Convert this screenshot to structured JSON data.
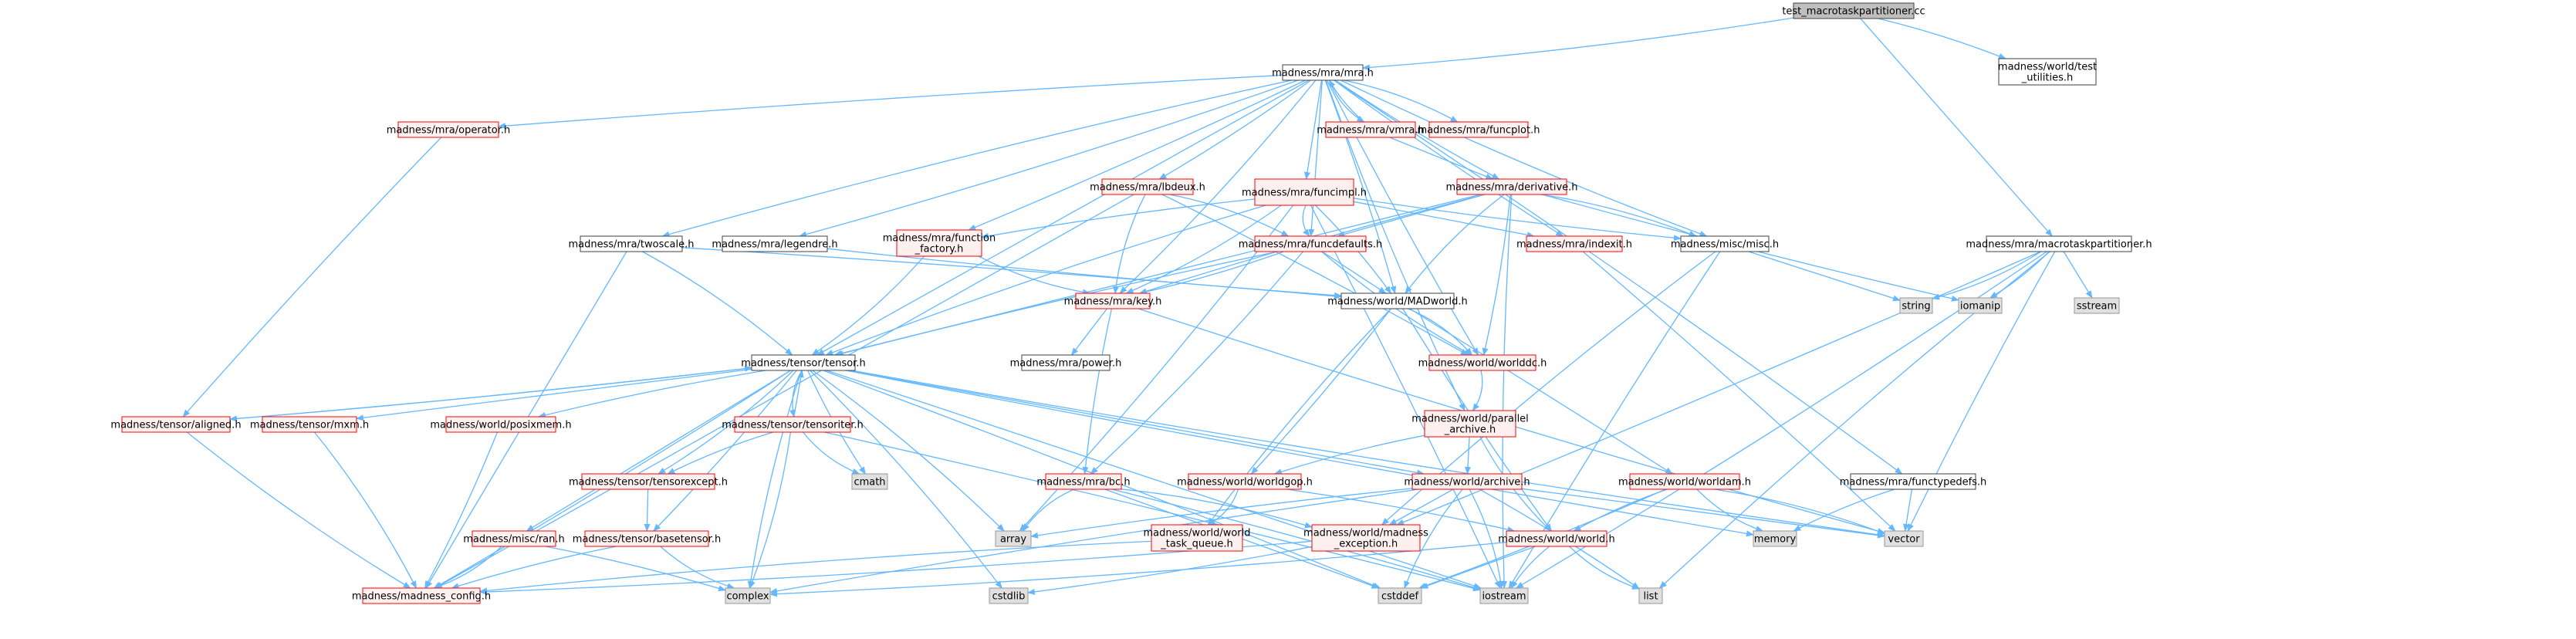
{
  "diagram": {
    "title": "test_macrotaskpartitioner.cc",
    "colors": {
      "root_fill": "#bfbfbf",
      "root_stroke": "#404040",
      "normal_fill": "#ffffff",
      "normal_stroke": "#404040",
      "red_fill": "#fff0f0",
      "red_stroke": "#ff0000",
      "system_fill": "#e0e0e0",
      "system_stroke": "#999999",
      "edge": "#63b8ff"
    },
    "nodes": [
      {
        "id": "root",
        "lines": [
          "test_macrotaskpartitioner.cc"
        ],
        "kind": "root"
      },
      {
        "id": "mra_h",
        "lines": [
          "madness/mra/mra.h"
        ],
        "kind": "normal"
      },
      {
        "id": "world_test_utilities",
        "lines": [
          "madness/world/test",
          "_utilities.h"
        ],
        "kind": "normal"
      },
      {
        "id": "operator_h",
        "lines": [
          "madness/mra/operator.h"
        ],
        "kind": "red"
      },
      {
        "id": "vmra_h",
        "lines": [
          "madness/mra/vmra.h"
        ],
        "kind": "red"
      },
      {
        "id": "funcplot_h",
        "lines": [
          "madness/mra/funcplot.h"
        ],
        "kind": "red"
      },
      {
        "id": "lbdeux_h",
        "lines": [
          "madness/mra/lbdeux.h"
        ],
        "kind": "red"
      },
      {
        "id": "funcimpl_h",
        "lines": [
          "madness/mra/funcimpl.h"
        ],
        "kind": "red"
      },
      {
        "id": "derivative_h",
        "lines": [
          "madness/mra/derivative.h"
        ],
        "kind": "red"
      },
      {
        "id": "twoscale_h",
        "lines": [
          "madness/mra/twoscale.h"
        ],
        "kind": "normal"
      },
      {
        "id": "legendre_h",
        "lines": [
          "madness/mra/legendre.h"
        ],
        "kind": "normal"
      },
      {
        "id": "function_factory_h",
        "lines": [
          "madness/mra/function",
          "_factory.h"
        ],
        "kind": "red"
      },
      {
        "id": "funcdefaults_h",
        "lines": [
          "madness/mra/funcdefaults.h"
        ],
        "kind": "red"
      },
      {
        "id": "indexit_h",
        "lines": [
          "madness/mra/indexit.h"
        ],
        "kind": "red"
      },
      {
        "id": "misc_h",
        "lines": [
          "madness/misc/misc.h"
        ],
        "kind": "normal"
      },
      {
        "id": "macrotaskpartitioner_h",
        "lines": [
          "madness/mra/macrotaskpartitioner.h"
        ],
        "kind": "normal"
      },
      {
        "id": "key_h",
        "lines": [
          "madness/mra/key.h"
        ],
        "kind": "red"
      },
      {
        "id": "madworld_h",
        "lines": [
          "madness/world/MADworld.h"
        ],
        "kind": "normal"
      },
      {
        "id": "string",
        "lines": [
          "string"
        ],
        "kind": "system"
      },
      {
        "id": "iomanip",
        "lines": [
          "iomanip"
        ],
        "kind": "system"
      },
      {
        "id": "sstream",
        "lines": [
          "sstream"
        ],
        "kind": "system"
      },
      {
        "id": "power_h",
        "lines": [
          "madness/mra/power.h"
        ],
        "kind": "normal"
      },
      {
        "id": "tensor_h",
        "lines": [
          "madness/tensor/tensor.h"
        ],
        "kind": "normal"
      },
      {
        "id": "worlddc_h",
        "lines": [
          "madness/world/worlddc.h"
        ],
        "kind": "red"
      },
      {
        "id": "aligned_h",
        "lines": [
          "madness/tensor/aligned.h"
        ],
        "kind": "red"
      },
      {
        "id": "mxm_h",
        "lines": [
          "madness/tensor/mxm.h"
        ],
        "kind": "red"
      },
      {
        "id": "posixmem_h",
        "lines": [
          "madness/world/posixmem.h"
        ],
        "kind": "red"
      },
      {
        "id": "tensoriter_h",
        "lines": [
          "madness/tensor/tensoriter.h"
        ],
        "kind": "red"
      },
      {
        "id": "parallel_archive_h",
        "lines": [
          "madness/world/parallel",
          "_archive.h"
        ],
        "kind": "red"
      },
      {
        "id": "tensorexcept_h",
        "lines": [
          "madness/tensor/tensorexcept.h"
        ],
        "kind": "red"
      },
      {
        "id": "cmath",
        "lines": [
          "cmath"
        ],
        "kind": "system"
      },
      {
        "id": "worldgop_h",
        "lines": [
          "madness/world/worldgop.h"
        ],
        "kind": "red"
      },
      {
        "id": "archive_h",
        "lines": [
          "madness/world/archive.h"
        ],
        "kind": "red"
      },
      {
        "id": "bc_h",
        "lines": [
          "madness/mra/bc.h"
        ],
        "kind": "red"
      },
      {
        "id": "worldam_h",
        "lines": [
          "madness/world/worldam.h"
        ],
        "kind": "red"
      },
      {
        "id": "functypedefs_h",
        "lines": [
          "madness/mra/functypedefs.h"
        ],
        "kind": "normal"
      },
      {
        "id": "memory",
        "lines": [
          "memory"
        ],
        "kind": "system"
      },
      {
        "id": "ran_h",
        "lines": [
          "madness/misc/ran.h"
        ],
        "kind": "red"
      },
      {
        "id": "basetensor_h",
        "lines": [
          "madness/tensor/basetensor.h"
        ],
        "kind": "red"
      },
      {
        "id": "array",
        "lines": [
          "array"
        ],
        "kind": "system"
      },
      {
        "id": "world_task_queue_h",
        "lines": [
          "madness/world/world",
          "_task_queue.h"
        ],
        "kind": "red"
      },
      {
        "id": "madness_exception_h",
        "lines": [
          "madness/world/madness",
          "_exception.h"
        ],
        "kind": "red"
      },
      {
        "id": "world_h",
        "lines": [
          "madness/world/world.h"
        ],
        "kind": "red"
      },
      {
        "id": "vector",
        "lines": [
          "vector"
        ],
        "kind": "system"
      },
      {
        "id": "madness_config_h",
        "lines": [
          "madness/madness_config.h"
        ],
        "kind": "red"
      },
      {
        "id": "complex",
        "lines": [
          "complex"
        ],
        "kind": "system"
      },
      {
        "id": "cstdlib",
        "lines": [
          "cstdlib"
        ],
        "kind": "system"
      },
      {
        "id": "cstddef",
        "lines": [
          "cstddef"
        ],
        "kind": "system"
      },
      {
        "id": "iostream",
        "lines": [
          "iostream"
        ],
        "kind": "system"
      },
      {
        "id": "list",
        "lines": [
          "list"
        ],
        "kind": "system"
      }
    ],
    "edges": [
      [
        "root",
        "mra_h"
      ],
      [
        "root",
        "world_test_utilities"
      ],
      [
        "root",
        "macrotaskpartitioner_h"
      ],
      [
        "mra_h",
        "operator_h"
      ],
      [
        "mra_h",
        "vmra_h"
      ],
      [
        "mra_h",
        "funcplot_h"
      ],
      [
        "mra_h",
        "lbdeux_h"
      ],
      [
        "mra_h",
        "funcimpl_h"
      ],
      [
        "mra_h",
        "derivative_h"
      ],
      [
        "mra_h",
        "twoscale_h"
      ],
      [
        "mra_h",
        "legendre_h"
      ],
      [
        "mra_h",
        "function_factory_h"
      ],
      [
        "mra_h",
        "funcdefaults_h"
      ],
      [
        "mra_h",
        "indexit_h"
      ],
      [
        "mra_h",
        "misc_h"
      ],
      [
        "mra_h",
        "key_h"
      ],
      [
        "mra_h",
        "madworld_h"
      ],
      [
        "mra_h",
        "tensor_h"
      ],
      [
        "mra_h",
        "worlddc_h"
      ],
      [
        "mra_h",
        "parallel_archive_h"
      ],
      [
        "mra_h",
        "functypedefs_h"
      ],
      [
        "vmra_h",
        "mra_h"
      ],
      [
        "vmra_h",
        "derivative_h"
      ],
      [
        "operator_h",
        "aligned_h"
      ],
      [
        "lbdeux_h",
        "key_h"
      ],
      [
        "lbdeux_h",
        "funcdefaults_h"
      ],
      [
        "lbdeux_h",
        "worlddc_h"
      ],
      [
        "lbdeux_h",
        "madness_config_h"
      ],
      [
        "funcimpl_h",
        "function_factory_h"
      ],
      [
        "funcimpl_h",
        "funcdefaults_h"
      ],
      [
        "funcimpl_h",
        "key_h"
      ],
      [
        "funcimpl_h",
        "madworld_h"
      ],
      [
        "funcimpl_h",
        "indexit_h"
      ],
      [
        "funcimpl_h",
        "misc_h"
      ],
      [
        "funcimpl_h",
        "tensor_h"
      ],
      [
        "funcimpl_h",
        "array"
      ],
      [
        "funcimpl_h",
        "iostream"
      ],
      [
        "derivative_h",
        "funcdefaults_h"
      ],
      [
        "derivative_h",
        "key_h"
      ],
      [
        "derivative_h",
        "madworld_h"
      ],
      [
        "derivative_h",
        "misc_h"
      ],
      [
        "derivative_h",
        "worlddc_h"
      ],
      [
        "derivative_h",
        "tensor_h"
      ],
      [
        "derivative_h",
        "iomanip"
      ],
      [
        "derivative_h",
        "iostream"
      ],
      [
        "twoscale_h",
        "tensor_h"
      ],
      [
        "twoscale_h",
        "madworld_h"
      ],
      [
        "twoscale_h",
        "madness_config_h"
      ],
      [
        "legendre_h",
        "madworld_h"
      ],
      [
        "function_factory_h",
        "key_h"
      ],
      [
        "function_factory_h",
        "tensor_h"
      ],
      [
        "funcdefaults_h",
        "key_h"
      ],
      [
        "funcdefaults_h",
        "madworld_h"
      ],
      [
        "funcdefaults_h",
        "tensor_h"
      ],
      [
        "funcdefaults_h",
        "worlddc_h"
      ],
      [
        "funcdefaults_h",
        "bc_h"
      ],
      [
        "indexit_h",
        "vector"
      ],
      [
        "misc_h",
        "string"
      ],
      [
        "misc_h",
        "iostream"
      ],
      [
        "misc_h",
        "madness_exception_h"
      ],
      [
        "macrotaskpartitioner_h",
        "string"
      ],
      [
        "macrotaskpartitioner_h",
        "iomanip"
      ],
      [
        "macrotaskpartitioner_h",
        "sstream"
      ],
      [
        "macrotaskpartitioner_h",
        "vector"
      ],
      [
        "macrotaskpartitioner_h",
        "list"
      ],
      [
        "macrotaskpartitioner_h",
        "iostream"
      ],
      [
        "macrotaskpartitioner_h",
        "madness_exception_h"
      ],
      [
        "key_h",
        "power_h"
      ],
      [
        "key_h",
        "bc_h"
      ],
      [
        "key_h",
        "vector"
      ],
      [
        "madworld_h",
        "worlddc_h"
      ],
      [
        "madworld_h",
        "worldgop_h"
      ],
      [
        "madworld_h",
        "worldam_h"
      ],
      [
        "madworld_h",
        "world_h"
      ],
      [
        "madworld_h",
        "world_task_queue_h"
      ],
      [
        "worlddc_h",
        "parallel_archive_h"
      ],
      [
        "tensor_h",
        "aligned_h"
      ],
      [
        "tensor_h",
        "mxm_h"
      ],
      [
        "tensor_h",
        "posixmem_h"
      ],
      [
        "tensor_h",
        "tensoriter_h"
      ],
      [
        "tensor_h",
        "tensorexcept_h"
      ],
      [
        "tensor_h",
        "basetensor_h"
      ],
      [
        "tensor_h",
        "ran_h"
      ],
      [
        "tensor_h",
        "cmath"
      ],
      [
        "tensor_h",
        "complex"
      ],
      [
        "tensor_h",
        "array"
      ],
      [
        "tensor_h",
        "madness_config_h"
      ],
      [
        "tensor_h",
        "archive_h"
      ],
      [
        "tensor_h",
        "memory"
      ],
      [
        "tensor_h",
        "vector"
      ],
      [
        "tensor_h",
        "cstdlib"
      ],
      [
        "tensor_h",
        "cstddef"
      ],
      [
        "tensor_h",
        "iostream"
      ],
      [
        "aligned_h",
        "tensor_h"
      ],
      [
        "aligned_h",
        "madness_config_h"
      ],
      [
        "mxm_h",
        "madness_config_h"
      ],
      [
        "posixmem_h",
        "madness_config_h"
      ],
      [
        "tensoriter_h",
        "tensor_h"
      ],
      [
        "tensoriter_h",
        "tensorexcept_h"
      ],
      [
        "tensoriter_h",
        "cmath"
      ],
      [
        "tensoriter_h",
        "complex"
      ],
      [
        "tensoriter_h",
        "iostream"
      ],
      [
        "tensorexcept_h",
        "basetensor_h"
      ],
      [
        "basetensor_h",
        "madness_config_h"
      ],
      [
        "basetensor_h",
        "complex"
      ],
      [
        "ran_h",
        "madness_config_h"
      ],
      [
        "ran_h",
        "complex"
      ],
      [
        "parallel_archive_h",
        "archive_h"
      ],
      [
        "parallel_archive_h",
        "worldgop_h"
      ],
      [
        "parallel_archive_h",
        "world_h"
      ],
      [
        "worldgop_h",
        "world_task_queue_h"
      ],
      [
        "worldgop_h",
        "world_h"
      ],
      [
        "archive_h",
        "madness_exception_h"
      ],
      [
        "archive_h",
        "array"
      ],
      [
        "archive_h",
        "cstddef"
      ],
      [
        "archive_h",
        "iostream"
      ],
      [
        "archive_h",
        "list"
      ],
      [
        "archive_h",
        "vector"
      ],
      [
        "archive_h",
        "complex"
      ],
      [
        "bc_h",
        "array"
      ],
      [
        "bc_h",
        "madness_exception_h"
      ],
      [
        "bc_h",
        "iostream"
      ],
      [
        "bc_h",
        "cstddef"
      ],
      [
        "worldam_h",
        "world_h"
      ],
      [
        "worldam_h",
        "memory"
      ],
      [
        "worldam_h",
        "vector"
      ],
      [
        "worldam_h",
        "cstddef"
      ],
      [
        "functypedefs_h",
        "vector"
      ],
      [
        "functypedefs_h",
        "memory"
      ],
      [
        "world_task_queue_h",
        "madness_config_h"
      ],
      [
        "madness_exception_h",
        "madness_config_h"
      ],
      [
        "madness_exception_h",
        "cstdlib"
      ],
      [
        "world_h",
        "cstddef"
      ],
      [
        "world_h",
        "iostream"
      ],
      [
        "world_h",
        "list"
      ],
      [
        "world_h",
        "complex"
      ]
    ]
  }
}
